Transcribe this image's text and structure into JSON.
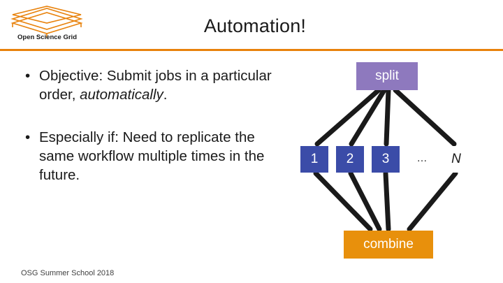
{
  "logo": {
    "name": "osg-logo",
    "text": "Open Science Grid"
  },
  "title": "Automation!",
  "accent_color": "#E8820C",
  "bullets": [
    {
      "marker": "•",
      "parts": [
        {
          "text": "Objective: Submit jobs in a particular order, ",
          "style": "normal"
        },
        {
          "text": "automatically",
          "style": "italic"
        },
        {
          "text": ".",
          "style": "normal"
        }
      ],
      "plain": "Objective: Submit jobs in a particular order, automatically."
    },
    {
      "marker": "•",
      "parts": [
        {
          "text": "Especially if: Need to replicate the same workflow multiple times in the future.",
          "style": "normal"
        }
      ],
      "plain": "Especially if: Need to replicate the same workflow multiple times in the future."
    }
  ],
  "footer": "OSG Summer School 2018",
  "diagram": {
    "split_label": "split",
    "combine_label": "combine",
    "ellipsis": "…",
    "jobs": [
      {
        "label": "1",
        "color": "#3B4CA8"
      },
      {
        "label": "2",
        "color": "#3B4CA8"
      },
      {
        "label": "3",
        "color": "#3B4CA8"
      },
      {
        "label": "N",
        "color": "#FFFFFF"
      }
    ],
    "split_color": "#8E79BE",
    "combine_color": "#E8900C",
    "edge_color": "#1a1a1a"
  }
}
